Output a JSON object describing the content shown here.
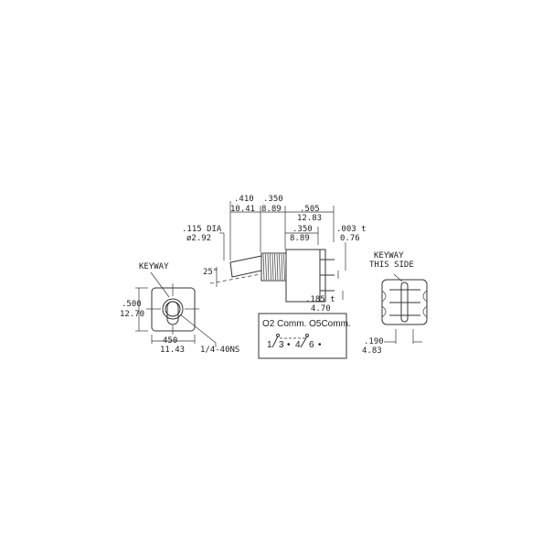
{
  "front_view": {
    "keyway_label": "KEYWAY",
    "height_in": ".500",
    "height_mm": "12.70",
    "width_in": "450",
    "width_mm": "11.43",
    "thread": "1/4-40NS"
  },
  "side_view": {
    "lever_in": ".410",
    "lever_mm": "10.41",
    "bushing_in": ".350",
    "bushing_mm": "8.89",
    "overall_in": ".505",
    "overall_mm": "12.83",
    "body_in": ".350",
    "body_mm": "8.89",
    "tip_dia_in": ".115 DIA",
    "tip_dia_mm": "ø2.92",
    "angle": "25°",
    "terminal_in": ".003 t",
    "terminal_mm": "0.76",
    "spacing_in": ".185 t",
    "spacing_mm": "4.70"
  },
  "schematic": {
    "header": "O2 Comm.  O5Comm.",
    "terminals": [
      "1",
      "3",
      "•",
      "4",
      "6",
      "•"
    ]
  },
  "rear_view": {
    "keyway_line1": "KEYWAY",
    "keyway_line2": "THIS SIDE",
    "pitch_in": ".190",
    "pitch_mm": "4.83"
  }
}
